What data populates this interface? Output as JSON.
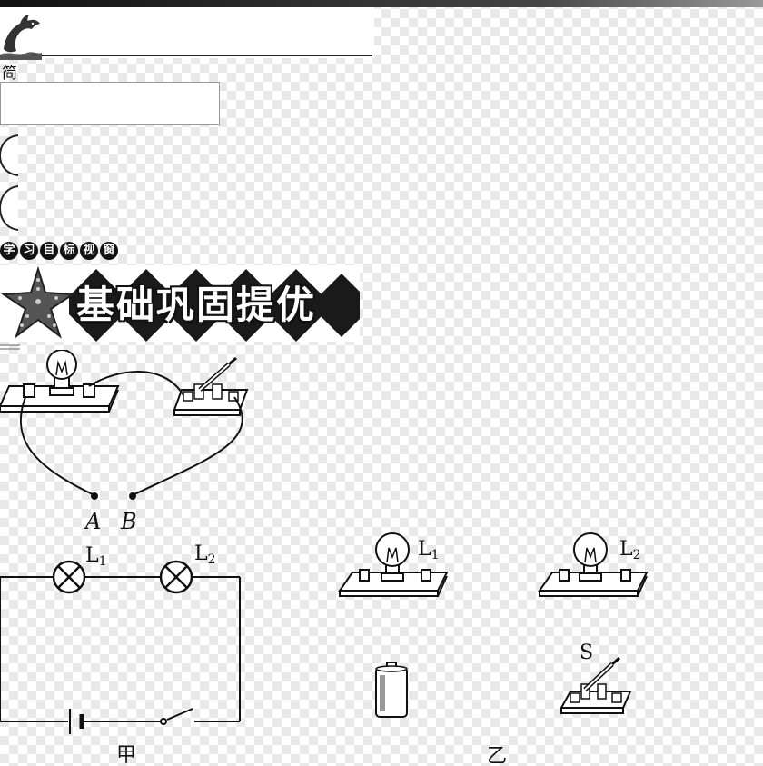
{
  "header": {
    "section_char": "简"
  },
  "goal_title_chars": [
    "学",
    "习",
    "目",
    "标",
    "视",
    "窗"
  ],
  "banner": {
    "title": "基础巩固提优"
  },
  "figure_top": {
    "label_a": "A",
    "label_b": "B"
  },
  "figure_jia": {
    "label_l1": "L",
    "label_l1_sub": "1",
    "label_l2": "L",
    "label_l2_sub": "2",
    "caption": "甲"
  },
  "figure_yi": {
    "label_l1": "L",
    "label_l1_sub": "1",
    "label_l2": "L",
    "label_l2_sub": "2",
    "label_s": "S",
    "caption": "乙"
  }
}
